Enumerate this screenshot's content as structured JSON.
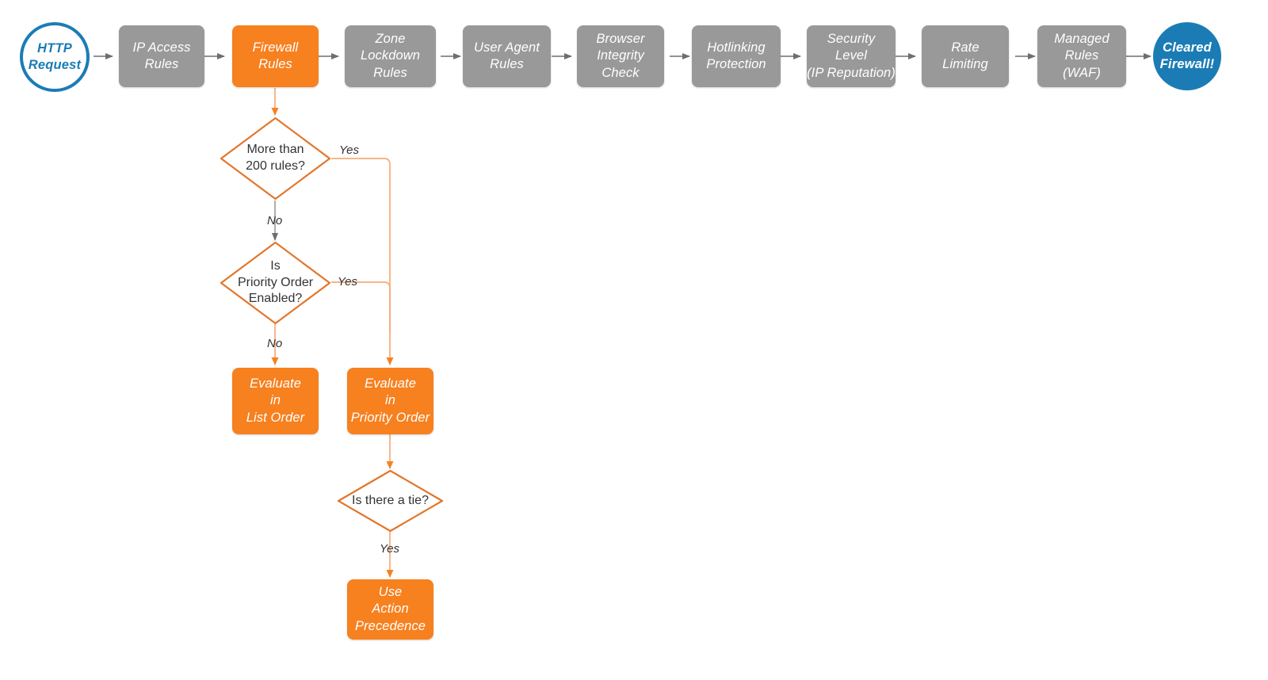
{
  "diagram": {
    "title": "Cloudflare request firewall evaluation order",
    "colors": {
      "gray": "#999999",
      "orange": "#F7801F",
      "orange_line": "#F08C3A",
      "orange_line_light": "#F9A977",
      "blue": "#1B7CB5",
      "gray_line": "#6E6E6E",
      "text_dark": "#333333",
      "background": "#FFFFFF"
    },
    "pipeline": [
      {
        "id": "http-request",
        "type": "terminator-start",
        "lines": [
          "HTTP",
          "Request"
        ]
      },
      {
        "id": "ip-access-rules",
        "type": "process-gray",
        "lines": [
          "IP Access",
          "Rules"
        ]
      },
      {
        "id": "firewall-rules",
        "type": "process-orange",
        "lines": [
          "Firewall",
          "Rules"
        ]
      },
      {
        "id": "zone-lockdown-rules",
        "type": "process-gray",
        "lines": [
          "Zone",
          "Lockdown",
          "Rules"
        ]
      },
      {
        "id": "user-agent-rules",
        "type": "process-gray",
        "lines": [
          "User Agent",
          "Rules"
        ]
      },
      {
        "id": "browser-integrity-check",
        "type": "process-gray",
        "lines": [
          "Browser",
          "Integrity",
          "Check"
        ]
      },
      {
        "id": "hotlinking-protection",
        "type": "process-gray",
        "lines": [
          "Hotlinking",
          "Protection"
        ]
      },
      {
        "id": "security-level",
        "type": "process-gray",
        "lines": [
          "Security",
          "Level",
          "(IP Reputation)"
        ]
      },
      {
        "id": "rate-limiting",
        "type": "process-gray",
        "lines": [
          "Rate",
          "Limiting"
        ]
      },
      {
        "id": "managed-rules-waf",
        "type": "process-gray",
        "lines": [
          "Managed",
          "Rules",
          "(WAF)"
        ]
      },
      {
        "id": "cleared-firewall",
        "type": "terminator-end",
        "lines": [
          "Cleared",
          "Firewall!"
        ]
      }
    ],
    "decisions": [
      {
        "id": "more-than-200-rules",
        "lines": [
          "More than",
          "200 rules?"
        ]
      },
      {
        "id": "is-priority-order-enabled",
        "lines": [
          "Is",
          "Priority Order",
          "Enabled?"
        ]
      },
      {
        "id": "is-there-a-tie",
        "lines": [
          "Is there a tie?"
        ]
      }
    ],
    "outcomes": [
      {
        "id": "evaluate-in-list-order",
        "lines": [
          "Evaluate",
          "in",
          "List Order"
        ]
      },
      {
        "id": "evaluate-in-priority-order",
        "lines": [
          "Evaluate",
          "in",
          "Priority Order"
        ]
      },
      {
        "id": "use-action-precedence",
        "lines": [
          "Use",
          "Action",
          "Precedence"
        ]
      }
    ],
    "edge_labels": {
      "more_than_200_yes": "Yes",
      "more_than_200_no": "No",
      "priority_order_yes": "Yes",
      "priority_order_no": "No",
      "tie_yes": "Yes"
    }
  }
}
